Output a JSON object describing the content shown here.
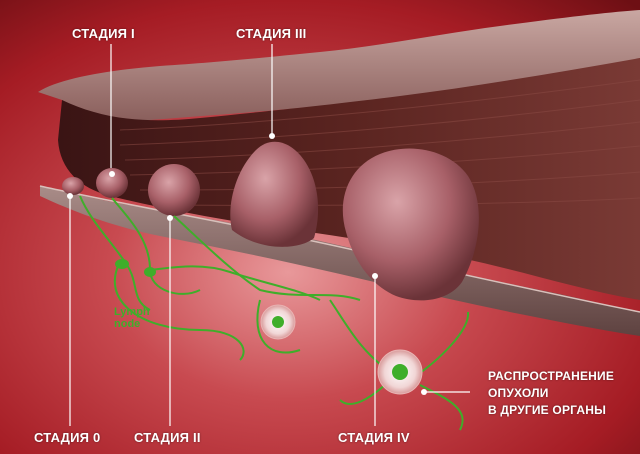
{
  "stages": {
    "stage_0": "СТАДИЯ 0",
    "stage_1": "СТАДИЯ I",
    "stage_2": "СТАДИЯ II",
    "stage_3": "СТАДИЯ III",
    "stage_4": "СТАДИЯ IV"
  },
  "lymph_node": {
    "line1": "Lymph",
    "line2": "node"
  },
  "metastasis": {
    "line1": "РАСПРОСТРАНЕНИЕ",
    "line2": "ОПУХОЛИ",
    "line3": "В ДРУГИЕ ОРГАНЫ"
  },
  "colors": {
    "background": "#b01e26",
    "vessel_green": "#3fae2a",
    "tumor": "#b06a70",
    "label_text": "#ffffff"
  }
}
